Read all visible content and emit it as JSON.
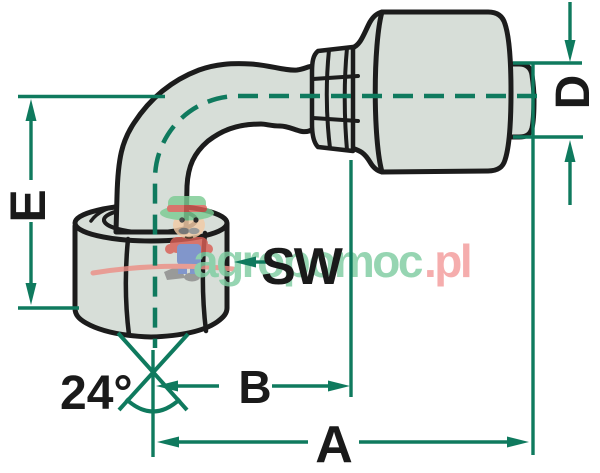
{
  "diagram": {
    "labels": {
      "e": "E",
      "d": "D",
      "sw": "SW",
      "b": "B",
      "a": "A",
      "cone_angle": "24°"
    }
  },
  "watermark": {
    "brand": "agropomoc",
    "suffix": ".pl"
  },
  "colors": {
    "outline_black": "#1c1c1c",
    "body_fill": "#d7ded8",
    "dimension_green": "#0f7a5e",
    "watermark_green": "#7fcda2",
    "watermark_pink": "#f49c9c",
    "mascot_hat_green": "#7ccb93",
    "mascot_band_red": "#d95f55",
    "mascot_overalls_blue": "#6f87c9",
    "mascot_skin": "#f3cba6"
  }
}
